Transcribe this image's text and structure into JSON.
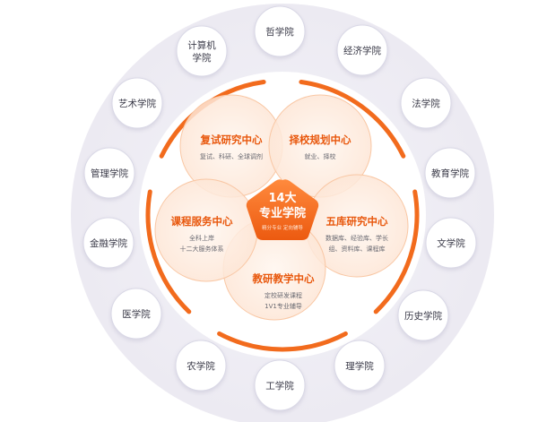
{
  "center": {
    "title_line1": "14大",
    "title_line2": "专业学院",
    "subtitle": "精分专业 定向辅导"
  },
  "centers": [
    {
      "title": "复试研究中心",
      "lines": [
        "复试、科研、全球调剂"
      ]
    },
    {
      "title": "择校规划中心",
      "lines": [
        "就业、择校"
      ]
    },
    {
      "title": "五库研究中心",
      "lines": [
        "数据库、经验库、学长",
        "组、资料库、课程库"
      ]
    },
    {
      "title": "教研教学中心",
      "lines": [
        "定校研发课程",
        "1V1专业辅导"
      ]
    },
    {
      "title": "课程服务中心",
      "lines": [
        "全科上岸",
        "十二大服务体系"
      ]
    }
  ],
  "colleges": [
    {
      "lines": [
        "哲学院"
      ]
    },
    {
      "lines": [
        "经济学院"
      ]
    },
    {
      "lines": [
        "法学院"
      ]
    },
    {
      "lines": [
        "教育学院"
      ]
    },
    {
      "lines": [
        "文学院"
      ]
    },
    {
      "lines": [
        "历史学院"
      ]
    },
    {
      "lines": [
        "理学院"
      ]
    },
    {
      "lines": [
        "工学院"
      ]
    },
    {
      "lines": [
        "农学院"
      ]
    },
    {
      "lines": [
        "医学院"
      ]
    },
    {
      "lines": [
        "金融学院"
      ]
    },
    {
      "lines": [
        "管理学院"
      ]
    },
    {
      "lines": [
        "艺术学院"
      ]
    },
    {
      "lines": [
        "计算机",
        "学院"
      ]
    }
  ],
  "colors": {
    "accent": "#f26b1d",
    "accent_light": "#fde6d6",
    "ring": "#ecebf3",
    "college_fill": "#ffffff",
    "college_border": "#d9d8e6",
    "college_text": "#3a3a48",
    "center_title": "#e8570c",
    "center_text": "#6a6a72"
  }
}
